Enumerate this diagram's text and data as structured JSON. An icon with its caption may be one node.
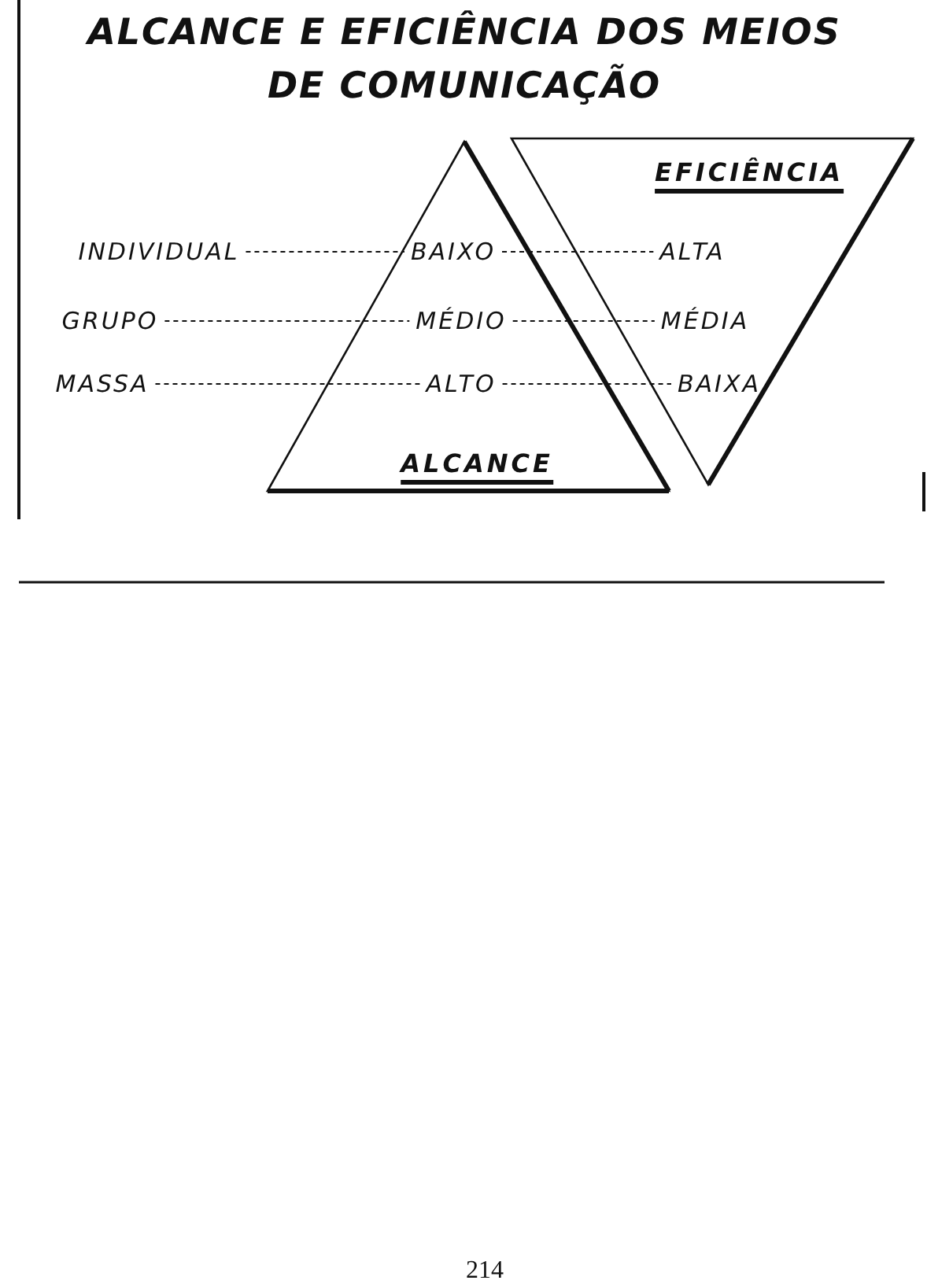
{
  "diagram": {
    "title": "ALCANCE E EFICIÊNCIA DOS MEIOS DE COMUNICAÇÃO",
    "nodes": [
      {
        "text": [
          "ALCANCE"
        ]
      },
      {
        "text": [
          "EFICIÊNCIA"
        ]
      },
      {
        "text": [
          "INDIVIDUAL"
        ]
      },
      {
        "text": [
          "GRUPO"
        ]
      },
      {
        "text": [
          "MASSA"
        ]
      },
      {
        "text": [
          "BAIXO"
        ],
        "in": 0
      },
      {
        "text": [
          "MÉDIO"
        ],
        "in": 0
      },
      {
        "text": [
          "ALTO"
        ],
        "in": 0
      },
      {
        "text": [
          "ALTA"
        ],
        "in": 1
      },
      {
        "text": [
          "MÉDIA"
        ],
        "in": 1
      },
      {
        "text": [
          "BAIXA"
        ],
        "in": 1
      }
    ],
    "edges": [
      {
        "from": 2,
        "to": 5,
        "arrow": "none",
        "style": "dashed"
      },
      {
        "from": 3,
        "to": 6,
        "arrow": "none",
        "style": "dashed"
      },
      {
        "from": 4,
        "to": 7,
        "arrow": "none",
        "style": "dashed"
      },
      {
        "from": 5,
        "to": 8,
        "arrow": "none",
        "style": "dashed"
      },
      {
        "from": 6,
        "to": 9,
        "arrow": "none",
        "style": "dashed"
      },
      {
        "from": 7,
        "to": 10,
        "arrow": "none",
        "style": "dashed"
      }
    ],
    "labels": [
      "214"
    ]
  }
}
